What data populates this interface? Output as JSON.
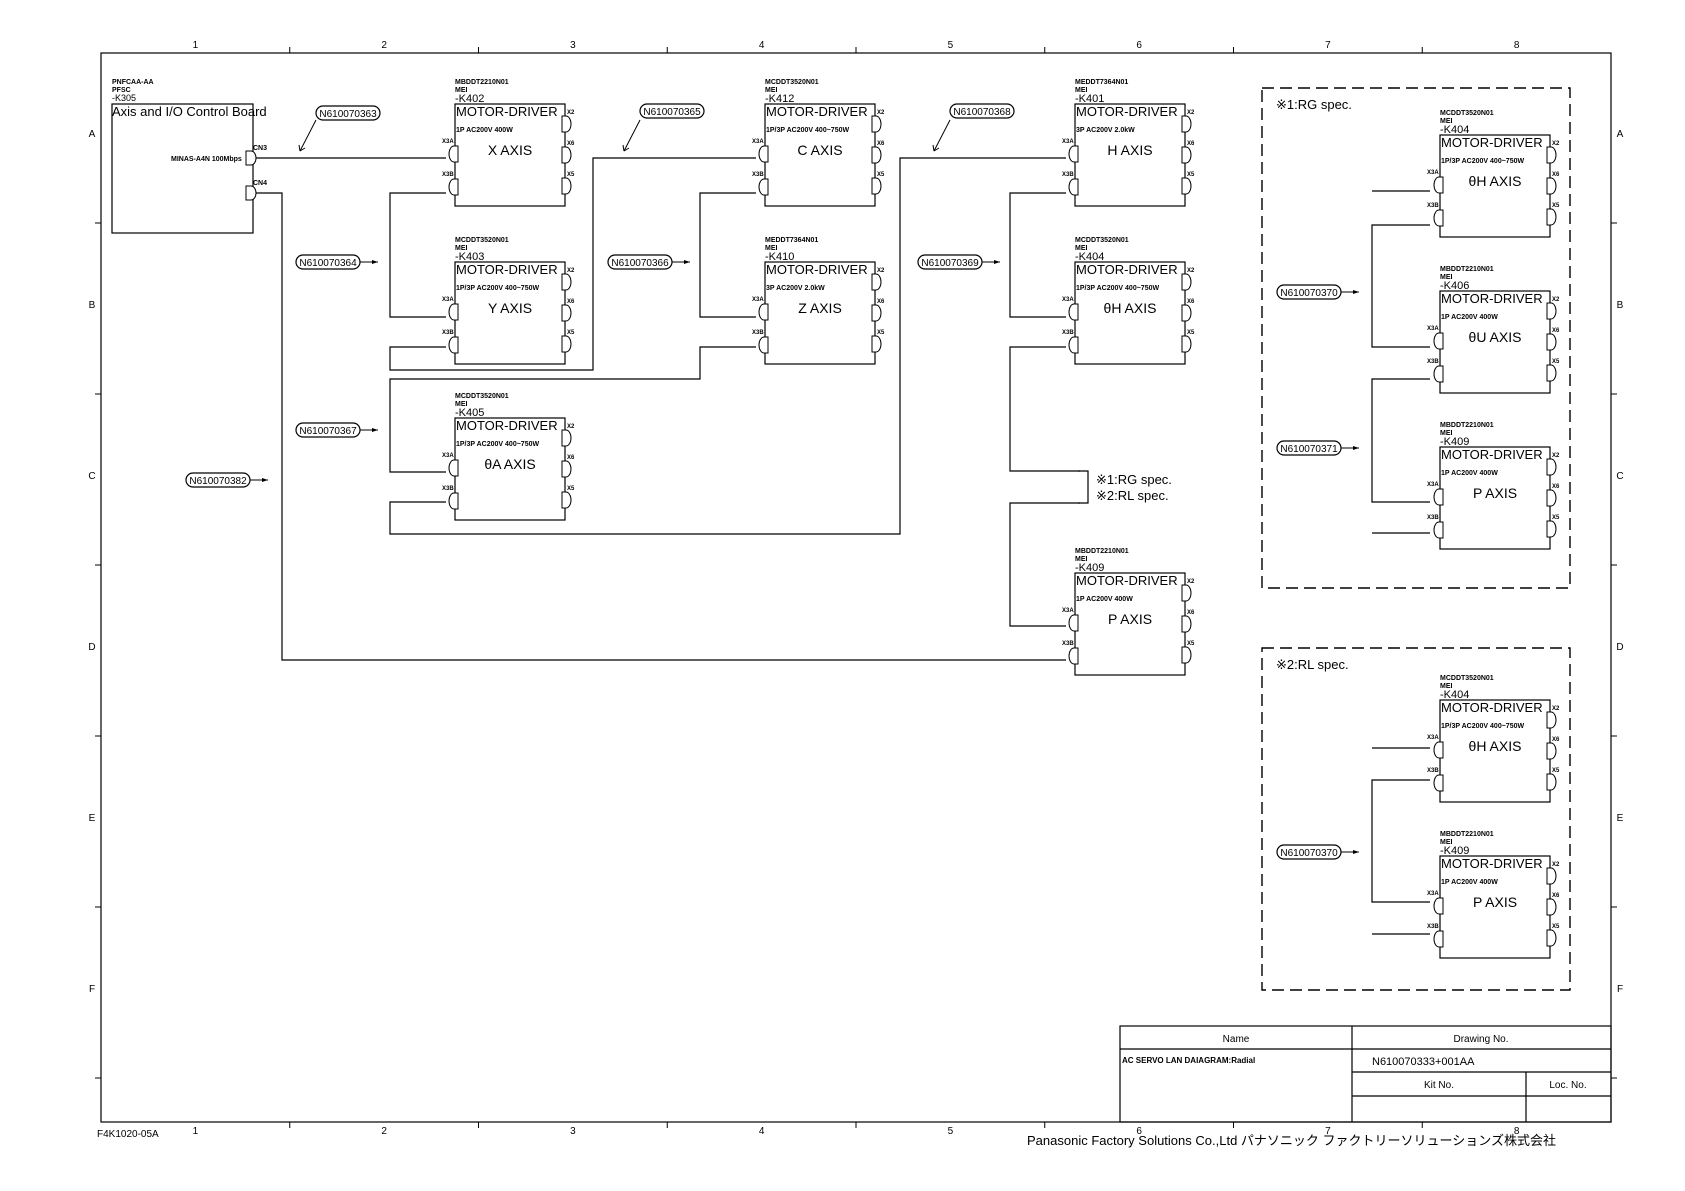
{
  "sheet": {
    "form_code": "F4K1020-05A",
    "zone_columns": [
      "1",
      "2",
      "3",
      "4",
      "5",
      "6",
      "7",
      "8"
    ],
    "zone_rows": [
      "A",
      "B",
      "C",
      "D",
      "E",
      "F"
    ],
    "company": "Panasonic Factory Solutions Co.,Ltd パナソニック ファクトリーソリューションズ株式会社"
  },
  "control_board": {
    "part_no": "PNFCAA-AA",
    "maker": "PFSC",
    "ref": "-K305",
    "title": "Axis and I/O Control Board",
    "network_label": "MINAS-A4N  100Mbps",
    "ports": [
      "CN3",
      "CN4"
    ]
  },
  "drivers": [
    {
      "id": "x",
      "part_no": "MBDDT2210N01",
      "maker": "MEI",
      "ref": "-K402",
      "type": "MOTOR-DRIVER",
      "spec": "1P AC200V 400W",
      "axis": "X AXIS"
    },
    {
      "id": "c",
      "part_no": "MCDDT3520N01",
      "maker": "MEI",
      "ref": "-K412",
      "type": "MOTOR-DRIVER",
      "spec": "1P/3P AC200V 400~750W",
      "axis": "C AXIS"
    },
    {
      "id": "h",
      "part_no": "MEDDT7364N01",
      "maker": "MEI",
      "ref": "-K401",
      "type": "MOTOR-DRIVER",
      "spec": "3P AC200V 2.0kW",
      "axis": "H AXIS"
    },
    {
      "id": "y",
      "part_no": "MCDDT3520N01",
      "maker": "MEI",
      "ref": "-K403",
      "type": "MOTOR-DRIVER",
      "spec": "1P/3P AC200V 400~750W",
      "axis": "Y AXIS"
    },
    {
      "id": "z",
      "part_no": "MEDDT7364N01",
      "maker": "MEI",
      "ref": "-K410",
      "type": "MOTOR-DRIVER",
      "spec": "3P AC200V 2.0kW",
      "axis": "Z AXIS"
    },
    {
      "id": "thh",
      "part_no": "MCDDT3520N01",
      "maker": "MEI",
      "ref": "-K404",
      "type": "MOTOR-DRIVER",
      "spec": "1P/3P AC200V 400~750W",
      "axis": "θH AXIS"
    },
    {
      "id": "tha",
      "part_no": "MCDDT3520N01",
      "maker": "MEI",
      "ref": "-K405",
      "type": "MOTOR-DRIVER",
      "spec": "1P/3P AC200V 400~750W",
      "axis": "θA AXIS"
    },
    {
      "id": "p",
      "part_no": "MBDDT2210N01",
      "maker": "MEI",
      "ref": "-K409",
      "type": "MOTOR-DRIVER",
      "spec": "1P AC200V 400W",
      "axis": "P AXIS"
    },
    {
      "id": "rg_thh",
      "part_no": "MCDDT3520N01",
      "maker": "MEI",
      "ref": "-K404",
      "type": "MOTOR-DRIVER",
      "spec": "1P/3P AC200V 400~750W",
      "axis": "θH AXIS"
    },
    {
      "id": "rg_thu",
      "part_no": "MBDDT2210N01",
      "maker": "MEI",
      "ref": "-K406",
      "type": "MOTOR-DRIVER",
      "spec": "1P AC200V 400W",
      "axis": "θU AXIS"
    },
    {
      "id": "rg_p",
      "part_no": "MBDDT2210N01",
      "maker": "MEI",
      "ref": "-K409",
      "type": "MOTOR-DRIVER",
      "spec": "1P AC200V 400W",
      "axis": "P AXIS"
    },
    {
      "id": "rl_thh",
      "part_no": "MCDDT3520N01",
      "maker": "MEI",
      "ref": "-K404",
      "type": "MOTOR-DRIVER",
      "spec": "1P/3P AC200V 400~750W",
      "axis": "θH AXIS"
    },
    {
      "id": "rl_p",
      "part_no": "MBDDT2210N01",
      "maker": "MEI",
      "ref": "-K409",
      "type": "MOTOR-DRIVER",
      "spec": "1P AC200V 400W",
      "axis": "P AXIS"
    }
  ],
  "driver_ports": {
    "left": [
      "X3A",
      "X3B"
    ],
    "right": [
      "X2",
      "X6",
      "X5"
    ]
  },
  "cables": [
    {
      "id": "c363",
      "label": "N610070363"
    },
    {
      "id": "c364",
      "label": "N610070364"
    },
    {
      "id": "c365",
      "label": "N610070365"
    },
    {
      "id": "c366",
      "label": "N610070366"
    },
    {
      "id": "c367",
      "label": "N610070367"
    },
    {
      "id": "c368",
      "label": "N610070368"
    },
    {
      "id": "c369",
      "label": "N610070369"
    },
    {
      "id": "c382",
      "label": "N610070382"
    },
    {
      "id": "rg370",
      "label": "N610070370"
    },
    {
      "id": "rg371",
      "label": "N610070371"
    },
    {
      "id": "rl370",
      "label": "N610070370"
    }
  ],
  "notes": {
    "spec_1": "※1:RG spec.",
    "spec_2": "※2:RL spec.",
    "rg_box_title": "※1:RG spec.",
    "rl_box_title": "※2:RL spec."
  },
  "title_block": {
    "name_header": "Name",
    "drawing_no_header": "Drawing No.",
    "name_value": "AC SERVO LAN DAIAGRAM:Radial",
    "drawing_no_value": "N610070333+001AA",
    "kit_no_header": "Kit No.",
    "loc_no_header": "Loc. No.",
    "kit_no_value": "",
    "loc_no_value": ""
  }
}
